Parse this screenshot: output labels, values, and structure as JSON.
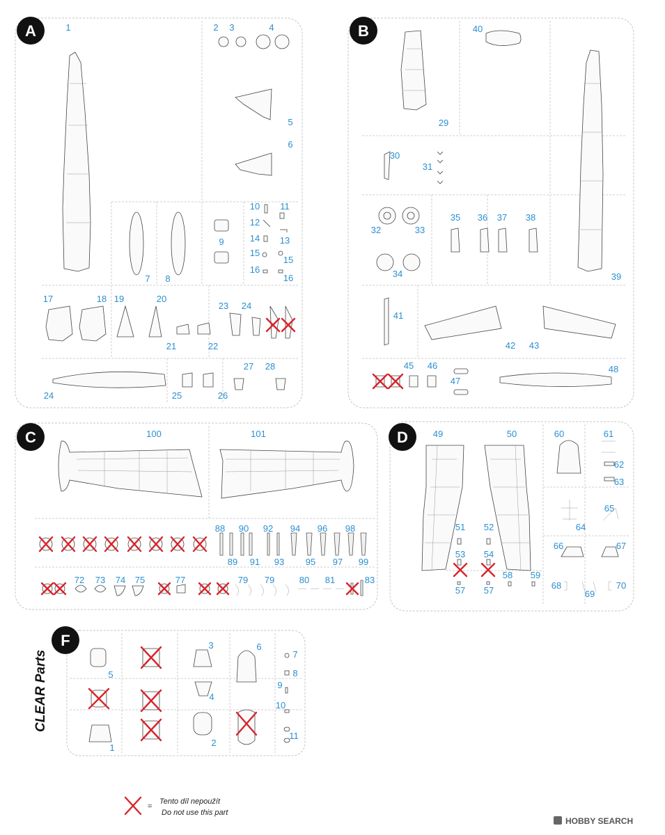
{
  "sprues": {
    "A": {
      "letter": "A",
      "labels": [
        "1",
        "2",
        "3",
        "4",
        "5",
        "6",
        "7",
        "8",
        "9",
        "10",
        "11",
        "12",
        "13",
        "14",
        "15",
        "15",
        "16",
        "16",
        "17",
        "18",
        "19",
        "20",
        "21",
        "22",
        "23",
        "24",
        "24",
        "25",
        "26",
        "27",
        "28"
      ]
    },
    "B": {
      "letter": "B",
      "labels": [
        "40",
        "29",
        "30",
        "31",
        "32",
        "33",
        "34",
        "35",
        "36",
        "37",
        "38",
        "39",
        "41",
        "42",
        "43",
        "45",
        "46",
        "47",
        "48"
      ]
    },
    "C": {
      "letter": "C",
      "labels": [
        "100",
        "101",
        "88",
        "90",
        "92",
        "94",
        "96",
        "98",
        "89",
        "91",
        "93",
        "95",
        "97",
        "99",
        "72",
        "73",
        "74",
        "75",
        "77",
        "79",
        "79",
        "80",
        "81",
        "83"
      ]
    },
    "D": {
      "letter": "D",
      "labels": [
        "49",
        "50",
        "60",
        "61",
        "62",
        "63",
        "65",
        "64",
        "51",
        "52",
        "53",
        "54",
        "66",
        "67",
        "58",
        "59",
        "57",
        "57",
        "68",
        "69",
        "70"
      ]
    },
    "F": {
      "letter": "F",
      "title": "CLEAR Parts",
      "labels": [
        "3",
        "6",
        "7",
        "8",
        "5",
        "9",
        "4",
        "10",
        "11",
        "1",
        "2"
      ]
    }
  },
  "legend": {
    "eq": "=",
    "line1": "Tento díl nepoužít",
    "line2": "Do not use this part"
  },
  "watermark": {
    "text": "HOBBY SEARCH"
  }
}
